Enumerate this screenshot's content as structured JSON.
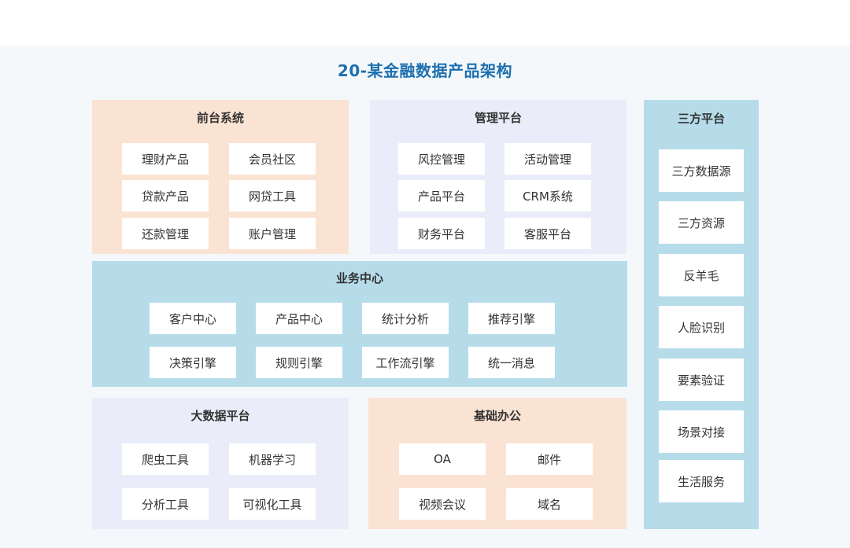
{
  "title": "20-某金融数据产品架构",
  "frontend": {
    "header": "前台系统",
    "items": [
      "理财产品",
      "会员社区",
      "贷款产品",
      "网贷工具",
      "还款管理",
      "账户管理"
    ]
  },
  "management": {
    "header": "管理平台",
    "items": [
      "风控管理",
      "活动管理",
      "产品平台",
      "CRM系统",
      "财务平台",
      "客服平台"
    ]
  },
  "business_center": {
    "header": "业务中心",
    "items": [
      "客户中心",
      "产品中心",
      "统计分析",
      "推荐引擎",
      "决策引擎",
      "规则引擎",
      "工作流引擎",
      "统一消息"
    ]
  },
  "bigdata": {
    "header": "大数据平台",
    "items": [
      "爬虫工具",
      "机器学习",
      "分析工具",
      "可视化工具"
    ]
  },
  "office": {
    "header": "基础办公",
    "items": [
      "OA",
      "邮件",
      "视频会议",
      "域名"
    ]
  },
  "third_party": {
    "header": "三方平台",
    "items": [
      "三方数据源",
      "三方资源",
      "反羊毛",
      "人脸识别",
      "要素验证",
      "场景对接",
      "生活服务"
    ]
  },
  "colors": {
    "title": "#1e6fae",
    "orange_panel": "#fbe3d3",
    "lavender_panel": "#eaedf9",
    "blue_panel": "#b6dcea",
    "item": "#ffffff"
  }
}
